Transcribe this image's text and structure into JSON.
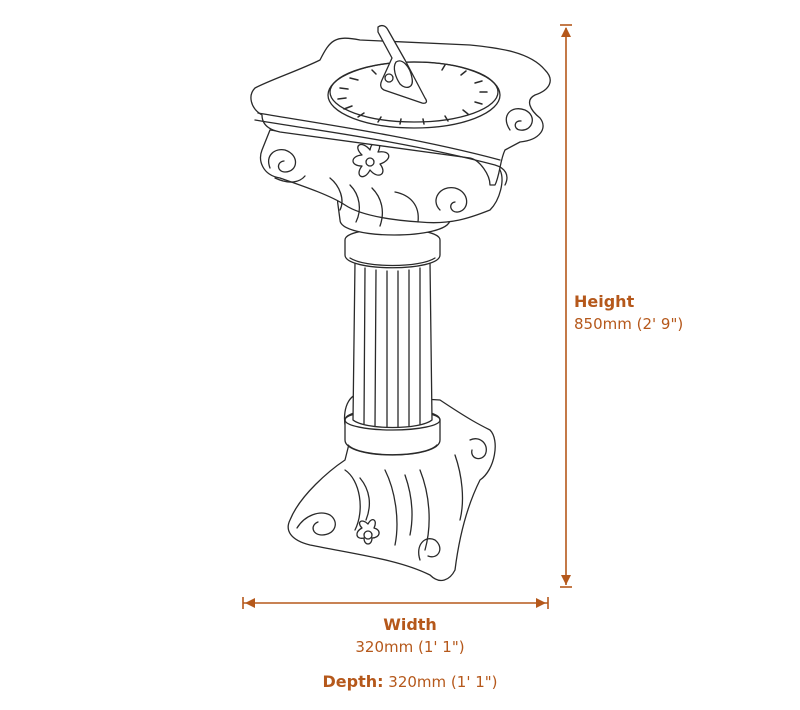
{
  "colors": {
    "accent": "#b5581b",
    "line": "#2a2a2a",
    "background": "#ffffff"
  },
  "product": {
    "illustration": "sundial-on-corinthian-pedestal"
  },
  "dimensions": {
    "height": {
      "label": "Height",
      "value": "850mm (2' 9\")"
    },
    "width": {
      "label": "Width",
      "value": "320mm (1' 1\")"
    },
    "depth": {
      "label": "Depth:",
      "value": "320mm (1' 1\")"
    }
  }
}
